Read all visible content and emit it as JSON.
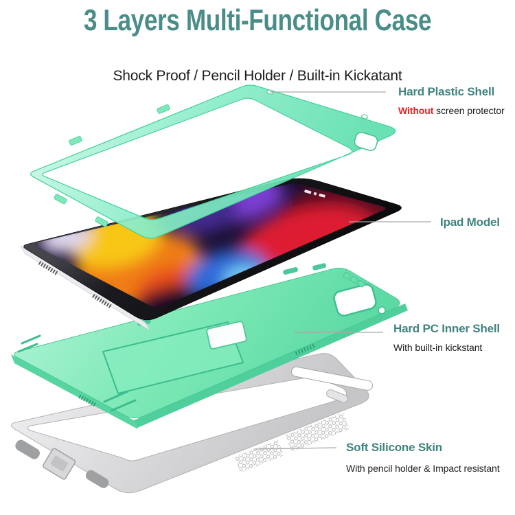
{
  "header": {
    "title": "3 Layers Multi-Functional Case",
    "subtitle": "Shock Proof / Pencil Holder / Built-in Kickatant"
  },
  "annotations": [
    {
      "id": "hard-plastic-shell",
      "title": "Hard Plastic Shell",
      "note_emphasis": "Without",
      "note_rest": " screen protector"
    },
    {
      "id": "ipad-model",
      "title": "Ipad Model"
    },
    {
      "id": "hard-pc-inner-shell",
      "title": "Hard PC Inner Shell",
      "note": "With built-in kickstant"
    },
    {
      "id": "soft-silicone-skin",
      "title": "Soft Silicone Skin",
      "note": "With pencil holder & Impact resistant"
    }
  ],
  "illustration": {
    "layers": [
      "hard-plastic-shell",
      "ipad-model",
      "hard-pc-inner-shell",
      "soft-silicone-skin"
    ],
    "features": [
      "camera-cutout",
      "kickstand",
      "pencil-holder-slot",
      "speaker-grille",
      "honeycomb-grip-texture"
    ]
  },
  "colors": {
    "heading-teal": "#4a8d88",
    "label-teal": "#3f837f",
    "accent-red": "#ed1c24",
    "body-text": "#1c1c1c",
    "leader-line": "#a9a9a9",
    "case-mint": "#7de9b6",
    "case-mint-deep": "#46c795",
    "silicone-gray": "#d8d8da",
    "background": "#ffffff"
  }
}
